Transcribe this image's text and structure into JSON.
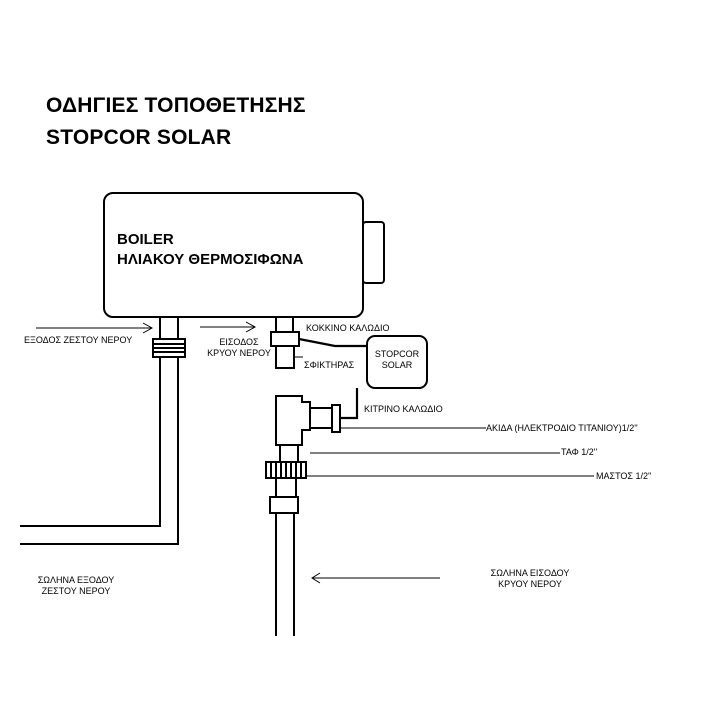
{
  "title": {
    "line1": "ΟΔΗΓΙΕΣ ΤΟΠΟΘΕΤΗΣΗΣ",
    "line2": "STOPCOR SOLAR"
  },
  "boiler": {
    "line1": "BOILER",
    "line2": "ΗΛΙΑΚΟΥ ΘΕΡΜΟΣΙΦΩΝΑ"
  },
  "labels": {
    "hot_out": "ΕΞΟΔΟΣ ΖΕΣΤΟΥ ΝΕΡΟΥ",
    "cold_in_l1": "ΕΙΣΟΔΟΣ",
    "cold_in_l2": "ΚΡΥΟΥ ΝΕΡΟΥ",
    "red_cable": "ΚΟΚΚΙΝΟ ΚΑΛΩΔΙΟ",
    "clamp": "ΣΦΙΚΤΗΡΑΣ",
    "device_l1": "STOPCOR",
    "device_l2": "SOLAR",
    "yellow_cable": "ΚΙΤΡΙΝΟ ΚΑΛΩΔΙΟ",
    "electrode": "ΑΚΙΔΑ (ΗΛΕΚΤΡΟΔΙΟ  ΤΙΤΑΝΙΟΥ)1/2''",
    "tee": "ΤΑΦ 1/2''",
    "nipple": "ΜΑΣΤΟΣ 1/2''",
    "hot_hose_l1": "ΣΩΛΗΝΑ ΕΞΟΔΟΥ",
    "hot_hose_l2": "ΖΕΣΤΟΥ ΝΕΡΟΥ",
    "cold_hose_l1": "ΣΩΛΗΝΑ ΕΙΣΟΔΟΥ",
    "cold_hose_l2": "ΚΡΥΟΥ ΝΕΡΟΥ"
  }
}
